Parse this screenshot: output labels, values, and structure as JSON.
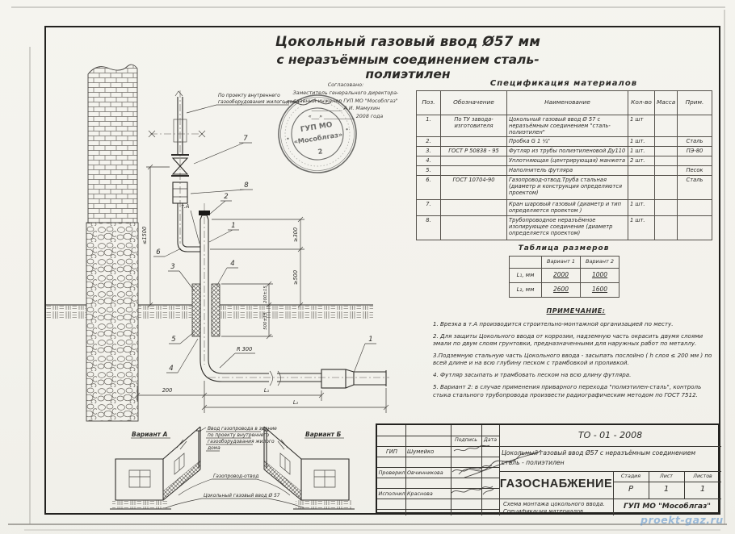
{
  "page_title": {
    "l1": "Цокольный газовый ввод Ø57 мм",
    "l2": "с неразъёмным соединением сталь-полиэтилен"
  },
  "approval": {
    "l1": "Согласовано:",
    "l2": "Заместитель генерального директора-",
    "l3": "главный инженер ГУП МО \"Мособлгаз\"",
    "l4": "____________  А.И. Мамухин",
    "l5": "«___» ____________ 2008 года"
  },
  "stamp": {
    "org_line1": "ГУП МО",
    "org_line2": "«Мособлгаз»",
    "number": "2"
  },
  "spec": {
    "heading": "Спецификация  материалов",
    "columns": {
      "pos": "Поз.",
      "des": "Обозначение",
      "name": "Наименование",
      "qty": "Кол-во",
      "mass": "Масса",
      "note": "Прим."
    },
    "rows": [
      {
        "pos": "1.",
        "des": "По ТУ завода-изготовителя",
        "name": "Цокольный газовый ввод  Ø 57 с неразъёмным соединением \"сталь-полиэтилен\"",
        "qty": "1 шт",
        "mass": "",
        "note": ""
      },
      {
        "pos": "2.",
        "des": "",
        "name": "Пробка G 1 ¼\"",
        "qty": "1 шт.",
        "mass": "",
        "note": "Сталь"
      },
      {
        "pos": "3.",
        "des": "ГОСТ Р 50838 - 95",
        "name": "Футляр из трубы полиэтиленовой Ду110",
        "qty": "1 шт.",
        "mass": "",
        "note": "ПЭ-80"
      },
      {
        "pos": "4.",
        "des": "",
        "name": "Уплотняющая (центрирующая) манжета",
        "qty": "2 шт.",
        "mass": "",
        "note": ""
      },
      {
        "pos": "5.",
        "des": "",
        "name": "Наполнитель футляра",
        "qty": "",
        "mass": "",
        "note": "Песок"
      },
      {
        "pos": "6.",
        "des": "ГОСТ 10704-90",
        "name": "Газопровод-отвод.Труба стальная (диаметр и конструкция определяются проектом)",
        "qty": "",
        "mass": "",
        "note": "Сталь"
      },
      {
        "pos": "7.",
        "des": "",
        "name": "Кран шаровый  газовый (диаметр и тип определяется проектом )",
        "qty": "1 шт.",
        "mass": "",
        "note": ""
      },
      {
        "pos": "8.",
        "des": "",
        "name": "Трубопроводное неразъёмное изолирующее соединение (диаметр определяется проектом)",
        "qty": "1 шт.",
        "mass": "",
        "note": ""
      }
    ]
  },
  "sizes": {
    "heading": "Таблица  размеров",
    "col1": "Вариант 1",
    "col2": "Вариант 2",
    "rows": [
      {
        "label": "L₁, мм",
        "v1": "2000",
        "v2": "1000"
      },
      {
        "label": "L₂, мм",
        "v1": "2600",
        "v2": "1600"
      }
    ]
  },
  "notes": {
    "heading": "ПРИМЕЧАНИЕ:",
    "items": [
      "1. Врезка в т.А производится строительно-монтажной организацией по месту.",
      "2. Для защиты Цокольного ввода от коррозии, надземную часть окрасить двумя слоями эмали по двум слоям грунтовки, предназначенными для наружных работ по металлу.",
      "3.Подземную стальную часть  Цокольного ввода - засыпать послойно ( h слоя ≤ 200 мм )  по всей длине и на всю глубину песком с трамбовкой и проливкой.",
      "4. Футляр засыпать и трамбовать песком на всю длину футляра.",
      "5. Вариант 2:  в случае применения приварного перехода \"полиэтилен-сталь\", контроль стыка стального трубопровода произвести радиографическим методом по ГОСТ 7512."
    ]
  },
  "drawing": {
    "project_label_l1": "По проекту внутреннего",
    "project_label_l2": "газооборудования жилого дома",
    "point_a": "т.А",
    "c1": "1",
    "c2": "2",
    "c3": "3",
    "c4": "4",
    "c5": "5",
    "c6": "6",
    "c7": "7",
    "c8": "8",
    "radius": "R 300",
    "dim_ge300": "≥300",
    "dim_ge500": "≥500",
    "dim_200pm": "200±15",
    "dim_500pm": "500±15",
    "dim_le1500": "≤1500",
    "dim_200": "200",
    "dim_l1": "L₁",
    "dim_l2": "L₂"
  },
  "variants": {
    "a_label": "Вариант А",
    "b_label": "Вариант Б",
    "entry_l1": "Ввод газопровода в здание",
    "entry_l2": "по проекту внутреннего",
    "entry_l3": "газооборудования жилого",
    "entry_l4": "дома",
    "otvod": "Газопровод-отвод",
    "vvod": "Цокольный газовый ввод Ø 57"
  },
  "titleblock": {
    "doc_number": "ТО - 01 - 2008",
    "col_sign": "Подпись",
    "col_date": "Дата",
    "row1_role": "ГИП",
    "row1_name": "Шумейко",
    "row2_role": "Проверил",
    "row2_name": "Овчинникова",
    "row3_role": "Исполнил",
    "row3_name": "Краснова",
    "doc_title_l1": "Цокольный газовый ввод Ø57 с неразъёмным соединением",
    "doc_title_l2": "сталь - полиэтилен",
    "section": "ГАЗОСНАБЖЕНИЕ",
    "stage_label": "Стадия",
    "sheet_label": "Лист",
    "sheets_label": "Листов",
    "stage": "Р",
    "sheet": "1",
    "sheets": "1",
    "subtitle_l1": "Схема монтажа цокольного ввода.",
    "subtitle_l2": "Спецификация материалов.",
    "company": "ГУП МО \"Мособлгаз\""
  },
  "watermark": "proekt-gaz.ru"
}
